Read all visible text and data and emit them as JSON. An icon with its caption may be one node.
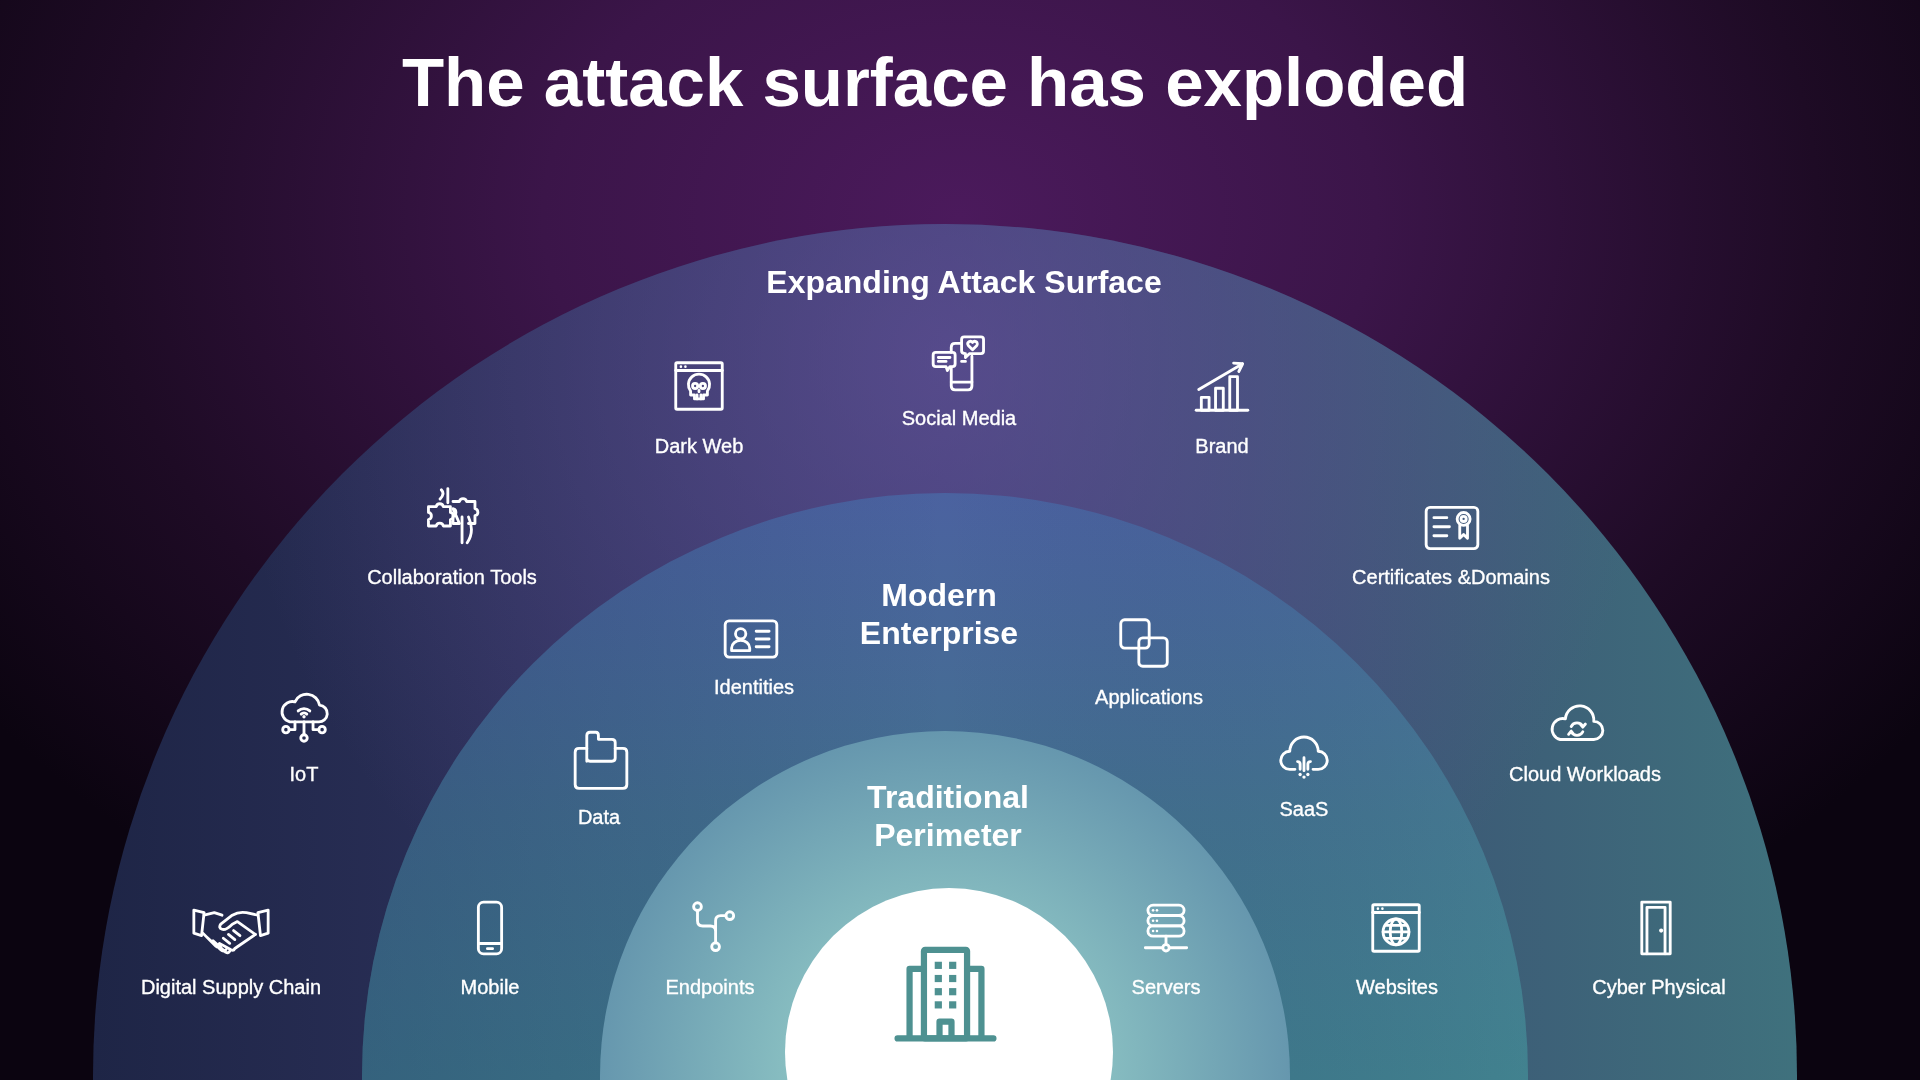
{
  "diagram": {
    "title": "The attack surface has exploded",
    "nodes": [
      {
        "text": [
          "Expanding Attack Surface"
        ]
      },
      {
        "text": [
          "Modern Enterprise"
        ],
        "in": 0
      },
      {
        "text": [
          "Traditional Perimeter"
        ],
        "in": 1
      },
      {
        "text": [],
        "shape": "circle",
        "in": 2
      }
    ],
    "labels": [
      "Social Media",
      "Dark Web",
      "Brand",
      "Collaboration Tools",
      "Certificates &Domains",
      "Identities",
      "Applications",
      "IoT",
      "Cloud Workloads",
      "SaaS",
      "Data",
      "Digital Supply Chain",
      "Mobile",
      "Endpoints",
      "Servers",
      "Websites",
      "Cyber Physical"
    ]
  }
}
